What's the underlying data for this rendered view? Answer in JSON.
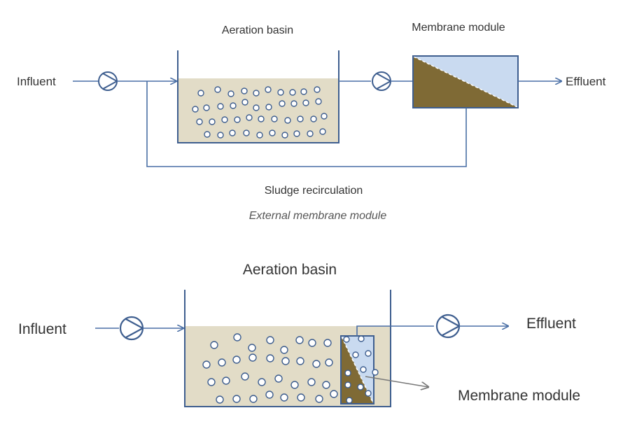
{
  "top_diagram": {
    "labels": {
      "aeration_basin": "Aeration basin",
      "membrane_module": "Membrane module",
      "influent": "Influent",
      "effluent": "Effluent",
      "sludge_recirculation": "Sludge recirculation"
    },
    "caption": "External membrane module"
  },
  "bottom_diagram": {
    "labels": {
      "aeration_basin": "Aeration basin",
      "influent": "Influent",
      "effluent": "Effluent",
      "membrane_module": "Membrane module"
    }
  },
  "colors": {
    "line": "#4a6fa5",
    "sludge": "#e2dcc7",
    "membrane_dark": "#7f6a35",
    "membrane_light": "#c9daf0",
    "bubble_stroke": "#3e5e8f"
  }
}
